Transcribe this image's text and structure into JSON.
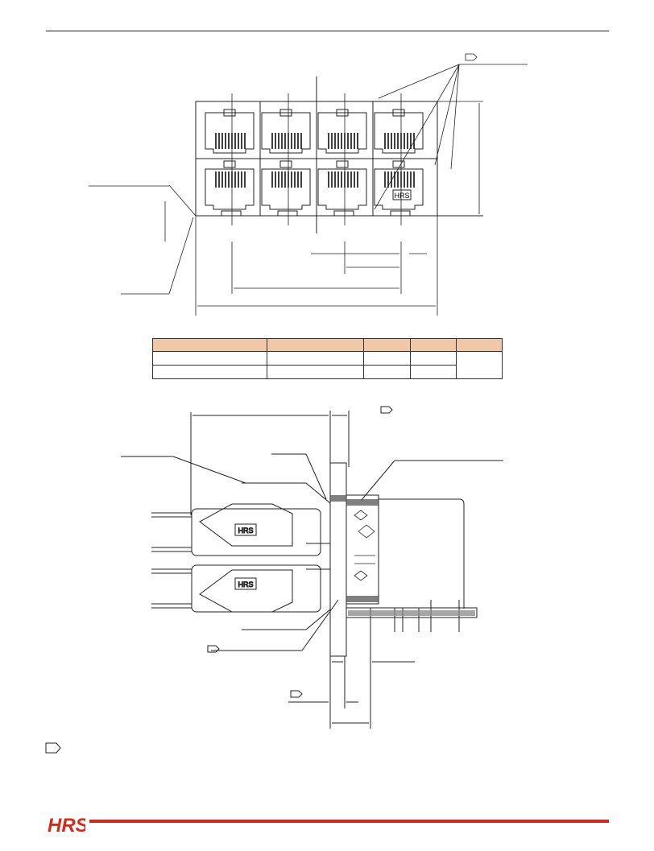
{
  "brand": {
    "logo_text": "HRS",
    "accent_color": "#d42a1b",
    "header_color": "#f0c8a8"
  },
  "front_view": {
    "panel_mark": "HRS"
  },
  "side_view": {
    "plug_upper_mark": "HRS",
    "plug_lower_mark": "HRS"
  },
  "spec_table": {
    "headers": [
      "",
      "",
      "",
      "",
      ""
    ],
    "rows": [
      [
        "",
        "",
        "",
        "",
        ""
      ],
      [
        "",
        "",
        "",
        ""
      ]
    ]
  }
}
